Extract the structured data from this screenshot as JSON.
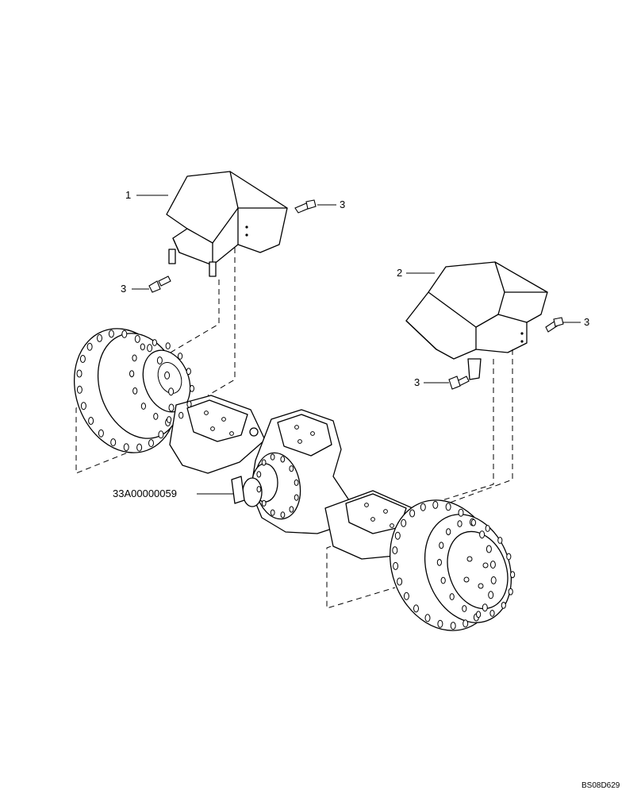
{
  "callouts": {
    "guard_left": "1",
    "guard_right": "2",
    "bolt_a": "3",
    "bolt_b": "3",
    "bolt_c": "3",
    "bolt_d": "3",
    "axle_assembly": "33A00000059"
  },
  "figure_code": "BS08D629"
}
